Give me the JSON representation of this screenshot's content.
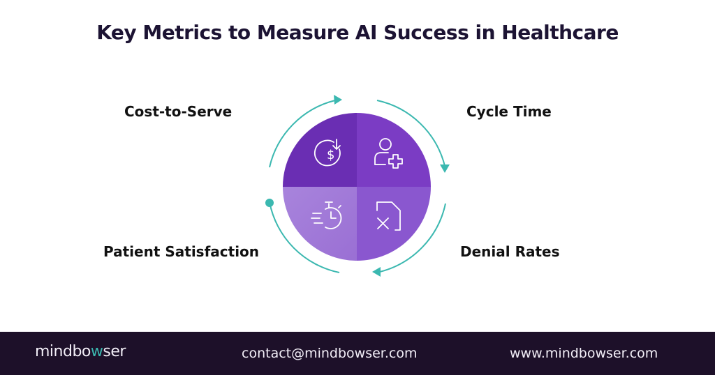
{
  "title": "Key Metrics to Measure AI Success in Healthcare",
  "metrics": [
    {
      "label": "Cost-to-Serve",
      "icon": "dollar-down-icon",
      "quadrant": "top-left",
      "color": "#6a2eb3"
    },
    {
      "label": "Cycle Time",
      "icon": "add-user-icon",
      "quadrant": "top-right",
      "color": "#7b3cc4"
    },
    {
      "label": "Patient Satisfaction",
      "icon": "stopwatch-icon",
      "quadrant": "bottom-left",
      "color": "#a07ad8"
    },
    {
      "label": "Denial Rates",
      "icon": "rejected-document-icon",
      "quadrant": "bottom-right",
      "color": "#8a57cf"
    }
  ],
  "colors": {
    "arrow": "#3bb8b0",
    "title": "#1c1333",
    "footer_bg": "#1d1029"
  },
  "footer": {
    "logo_prefix": "mindbo",
    "logo_accent": "w",
    "logo_suffix": "ser",
    "contact": "contact@mindbowser.com",
    "website": "www.mindbowser.com"
  }
}
